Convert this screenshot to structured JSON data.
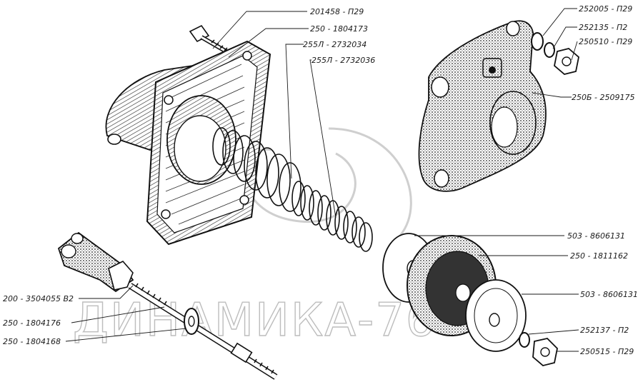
{
  "watermark": "ДИНАМИКА-76",
  "labels": {
    "l1": "201458 - П29",
    "l2": "250 - 1804173",
    "l3": "255Л - 2732034",
    "l4": "255Л - 2732036",
    "l5": "252005 - П29",
    "l6": "252135 - П2",
    "l7": "250510 - П29",
    "l8": "250Б - 2509175",
    "l9": "503 - 8606131",
    "l10": "250 - 1811162",
    "l11": "503 - 8606131",
    "l12": "252137 - П2",
    "l13": "250515 - П29",
    "l14": "200 - 3504055 В2",
    "l15": "250 - 1804176",
    "l16": "250 - 1804168"
  }
}
